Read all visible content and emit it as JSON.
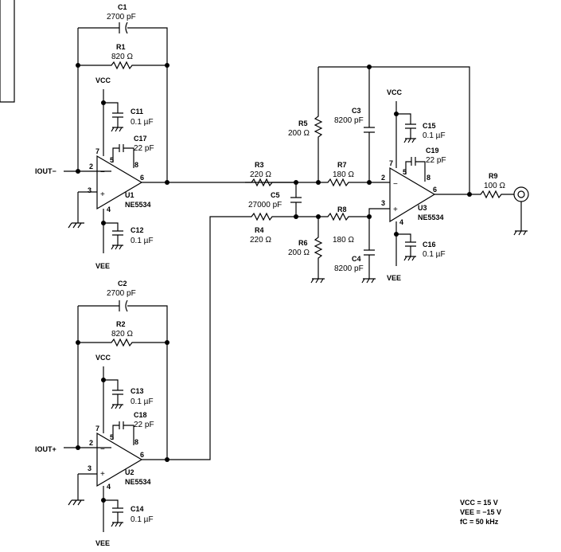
{
  "components": {
    "C1": {
      "ref": "C1",
      "value": "2700 pF"
    },
    "R1": {
      "ref": "R1",
      "value": "820 Ω"
    },
    "C2": {
      "ref": "C2",
      "value": "2700 pF"
    },
    "R2": {
      "ref": "R2",
      "value": "820 Ω"
    },
    "C11": {
      "ref": "C11",
      "value": "0.1 µF"
    },
    "C12": {
      "ref": "C12",
      "value": "0.1 µF"
    },
    "C13": {
      "ref": "C13",
      "value": "0.1 µF"
    },
    "C14": {
      "ref": "C14",
      "value": "0.1 µF"
    },
    "C15": {
      "ref": "C15",
      "value": "0.1 µF"
    },
    "C16": {
      "ref": "C16",
      "value": "0.1 µF"
    },
    "C17": {
      "ref": "C17",
      "value": "22 pF"
    },
    "C18": {
      "ref": "C18",
      "value": "22 pF"
    },
    "C19": {
      "ref": "C19",
      "value": "22 pF"
    },
    "R3": {
      "ref": "R3",
      "value": "220 Ω"
    },
    "R4": {
      "ref": "R4",
      "value": "220 Ω"
    },
    "C5": {
      "ref": "C5",
      "value": "27000 pF"
    },
    "R5": {
      "ref": "R5",
      "value": "200 Ω"
    },
    "R6": {
      "ref": "R6",
      "value": "200 Ω"
    },
    "C3": {
      "ref": "C3",
      "value": "8200 pF"
    },
    "C4": {
      "ref": "C4",
      "value": "8200 pF"
    },
    "R7": {
      "ref": "R7",
      "value": "180 Ω"
    },
    "R8": {
      "ref": "R8",
      "value": "180 Ω"
    },
    "R9": {
      "ref": "R9",
      "value": "100 Ω"
    },
    "U1": {
      "ref": "U1",
      "part": "NE5534"
    },
    "U2": {
      "ref": "U2",
      "part": "NE5534"
    },
    "U3": {
      "ref": "U3",
      "part": "NE5534"
    }
  },
  "pins": {
    "p2": "2",
    "p3": "3",
    "p4": "4",
    "p5": "5",
    "p6": "6",
    "p7": "7",
    "p8": "8",
    "minus": "−",
    "plus": "+"
  },
  "rails": {
    "vcc": "VCC",
    "vee": "VEE"
  },
  "inputs": {
    "iout_minus": "IOUT−",
    "iout_plus": "IOUT+"
  },
  "notes": {
    "vcc": "VCC = 15 V",
    "vee": "VEE = −15 V",
    "fc": "fC = 50 kHz"
  }
}
